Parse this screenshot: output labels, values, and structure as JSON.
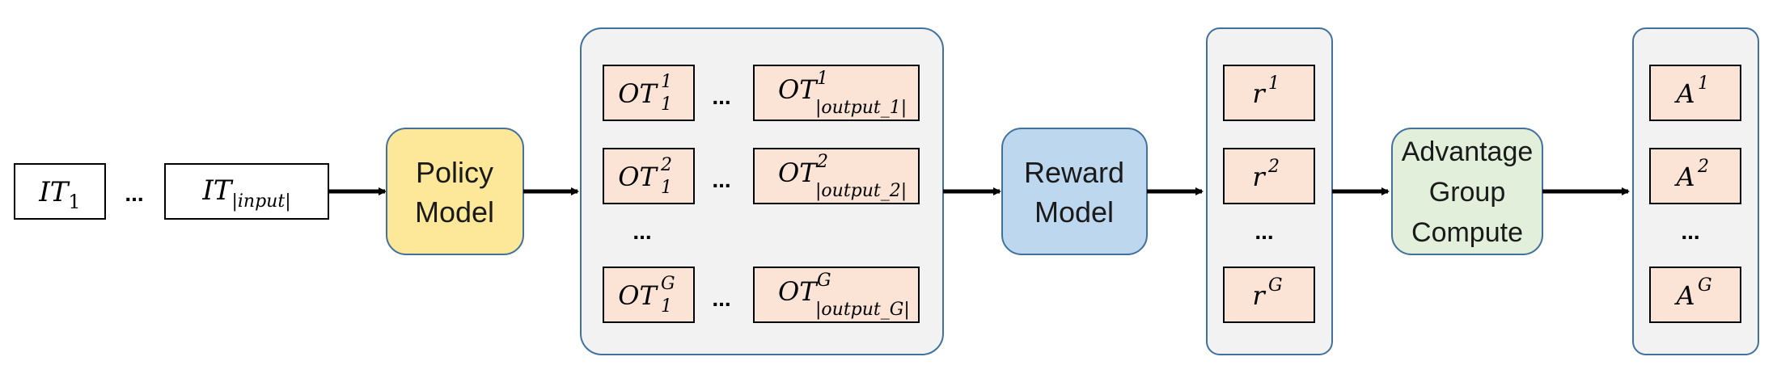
{
  "input_tokens": {
    "first": {
      "base": "IT",
      "sub": "1"
    },
    "ellipsis": "...",
    "last": {
      "base": "IT",
      "sub": "|input|"
    }
  },
  "policy_model": {
    "line1": "Policy",
    "line2": "Model"
  },
  "outputs": {
    "rows": [
      {
        "first": {
          "base": "OT",
          "sup": "1",
          "sub": "1"
        },
        "last": {
          "base": "OT",
          "sup": "1",
          "sub": "|output_1|"
        }
      },
      {
        "first": {
          "base": "OT",
          "sup": "2",
          "sub": "1"
        },
        "last": {
          "base": "OT",
          "sup": "2",
          "sub": "|output_2|"
        }
      },
      {
        "first": {
          "base": "OT",
          "sup": "G",
          "sub": "1"
        },
        "last": {
          "base": "OT",
          "sup": "G",
          "sub": "|output_G|"
        }
      }
    ],
    "row_ellipsis": "...",
    "col_ellipsis": "..."
  },
  "reward_model": {
    "line1": "Reward",
    "line2": "Model"
  },
  "rewards": {
    "items": [
      {
        "base": "r",
        "sup": "1"
      },
      {
        "base": "r",
        "sup": "2"
      },
      {
        "base": "r",
        "sup": "G"
      }
    ],
    "ellipsis": "..."
  },
  "advantage": {
    "line1": "Advantage",
    "line2": "Group",
    "line3": "Compute"
  },
  "advantages": {
    "items": [
      {
        "base": "A",
        "sup": "1"
      },
      {
        "base": "A",
        "sup": "2"
      },
      {
        "base": "A",
        "sup": "G"
      }
    ],
    "ellipsis": "..."
  },
  "colors": {
    "token_fill": "#fbe3d6",
    "policy_fill": "#fde89a",
    "reward_fill": "#bdd7ee",
    "advantage_fill": "#e2efda",
    "group_fill": "#f2f2f2",
    "group_stroke": "#41719c",
    "arrow": "#000000"
  }
}
